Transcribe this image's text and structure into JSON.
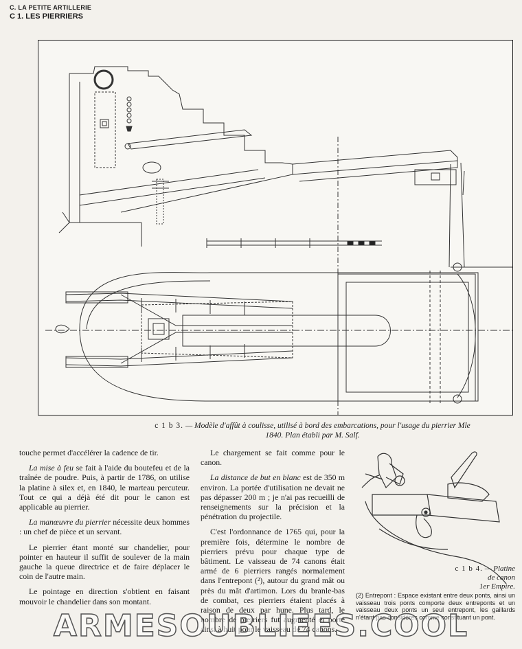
{
  "header": {
    "line1": "C. LA PETITE ARTILLERIE",
    "line2": "C 1. LES PIERRIERS"
  },
  "plate_caption": {
    "ref": "c 1 b 3.",
    "text": "— Modèle d'affût à coulisse, utilisé à bord des embarcations, pour l'usage du pierrier Mle 1840. Plan établi par M. Salf."
  },
  "column1": {
    "p1": "touche permet d'accélérer la cadence de tir.",
    "p2_lead": "La mise à feu",
    "p2_rest": " se fait à l'aide du boutefeu et de la traînée de poudre. Puis, à partir de 1786, on utilise la platine à silex et, en 1840, le marteau percuteur. Tout ce qui a déjà été dit pour le canon est applicable au pierrier.",
    "p3_lead": "La manœuvre du pierrier",
    "p3_rest": " nécessite deux hommes : un chef de pièce et un servant.",
    "p4": "Le pierrier étant monté sur chandelier, pour pointer en hauteur il suffit de soulever de la main gauche la queue directrice et de faire déplacer le coin de l'autre main.",
    "p5": "Le pointage en direction s'obtient en faisant mouvoir le chandelier dans son montant."
  },
  "column2": {
    "p1": "Le chargement se fait comme pour le canon.",
    "p2_lead": "La distance de but en blanc",
    "p2_rest": " est de 350 m environ. La portée d'utilisation ne devait ne pas dépasser 200 m ; je n'ai pas recueilli de renseignements sur la précision et la pénétration du projectile.",
    "p3": "C'est l'ordonnance de 1765 qui, pour la première fois, détermine le nombre de pierriers prévu pour chaque type de bâtiment. Le vaisseau de 74 canons était armé de 6 pierriers rangés normalement dans l'entrepont (²), autour du grand mât ou près du mât d'artimon. Lors du branle-bas de combat, ces pierriers étaient placés à raison de deux par hune. Plus tard, le nombre de pierriers fut augmenté et porté ainsi à huit pour le vaisseau de 74 canons."
  },
  "figure2_caption": {
    "ref": "c 1 b 4.",
    "line1": "— Platine",
    "line2": "de canon",
    "line3": "1er Empire."
  },
  "footnote": "(2) Entrepont : Espace existant entre deux ponts, ainsi un vaisseau trois ponts comporte deux entreponts et un vaisseau deux ponts un seul entrepont, les gaillards n'étant pas considérés comme constituant un pont.",
  "watermark": "ARMESOUBLIEES.COOL"
}
